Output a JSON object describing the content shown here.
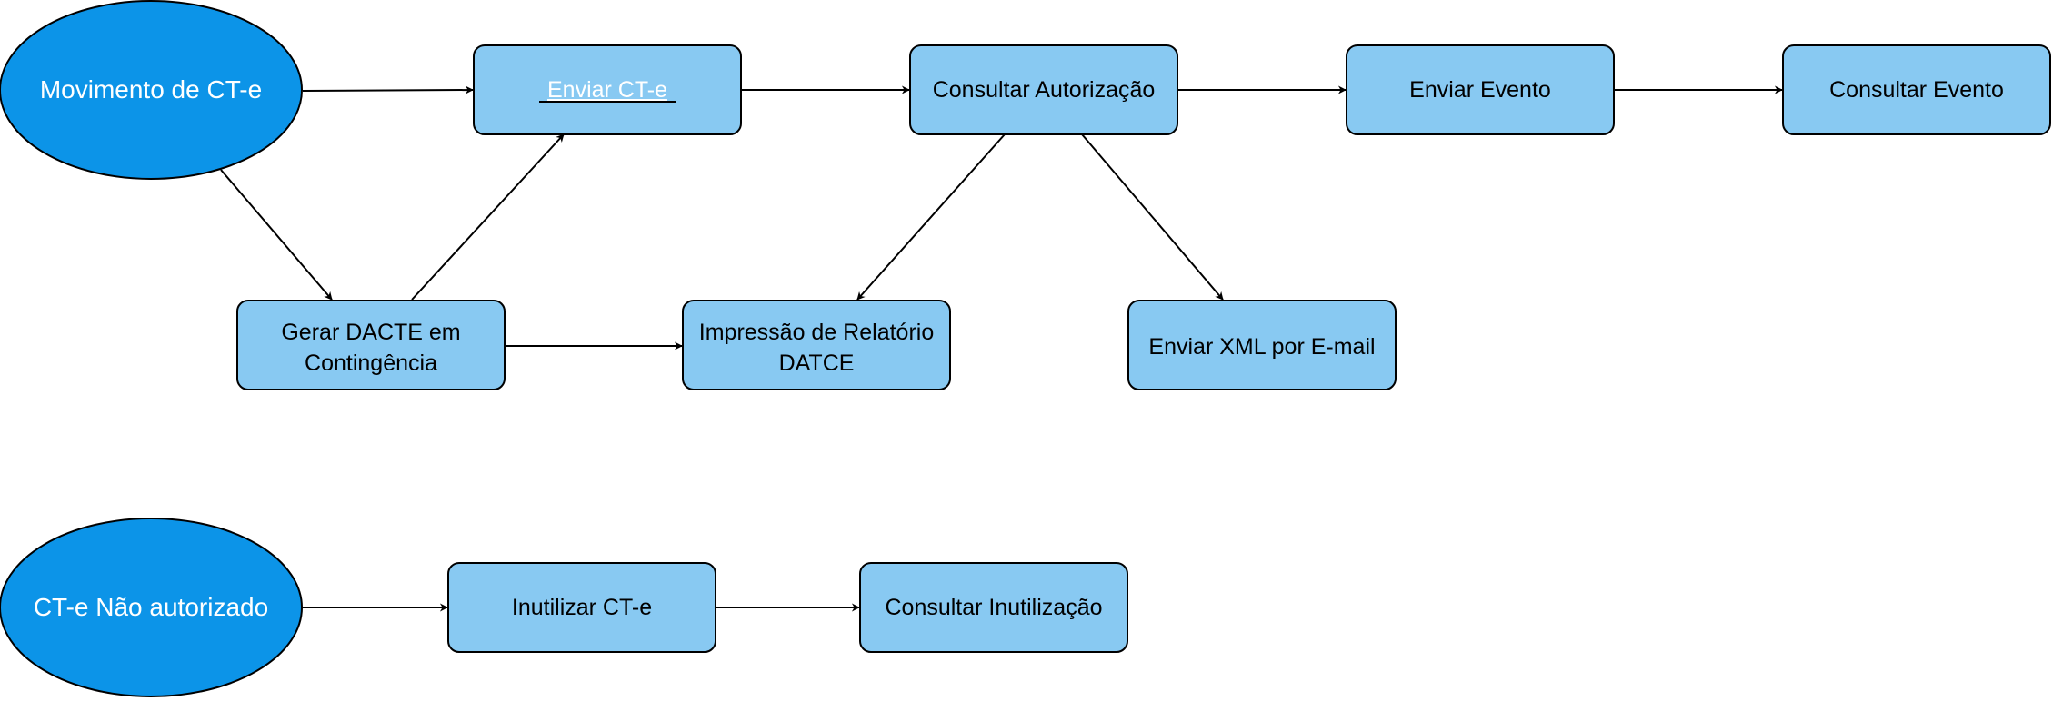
{
  "colors": {
    "ellipse_fill": "#0c94e8",
    "box_fill": "#88c9f2",
    "stroke": "#000000",
    "ellipse_text": "#ffffff",
    "box_text": "#000000",
    "link_text": "#ffffff"
  },
  "nodes": {
    "movimento": {
      "label": "Movimento de CT-e"
    },
    "enviar_cte": {
      "label": "Enviar CT-e"
    },
    "consultar_autorizacao": {
      "label": "Consultar Autorização"
    },
    "enviar_evento": {
      "label": "Enviar Evento"
    },
    "consultar_evento": {
      "label": "Consultar Evento"
    },
    "gerar_dacte": {
      "line1": "Gerar DACTE em",
      "line2": "Contingência"
    },
    "impressao": {
      "line1": "Impressão de Relatório",
      "line2": "DATCE"
    },
    "enviar_xml": {
      "label": "Enviar XML por E-mail"
    },
    "nao_autorizado": {
      "label": "CT-e Não autorizado"
    },
    "inutilizar": {
      "label": "Inutilizar CT-e"
    },
    "consultar_inutilizacao": {
      "label": "Consultar Inutilização"
    }
  }
}
